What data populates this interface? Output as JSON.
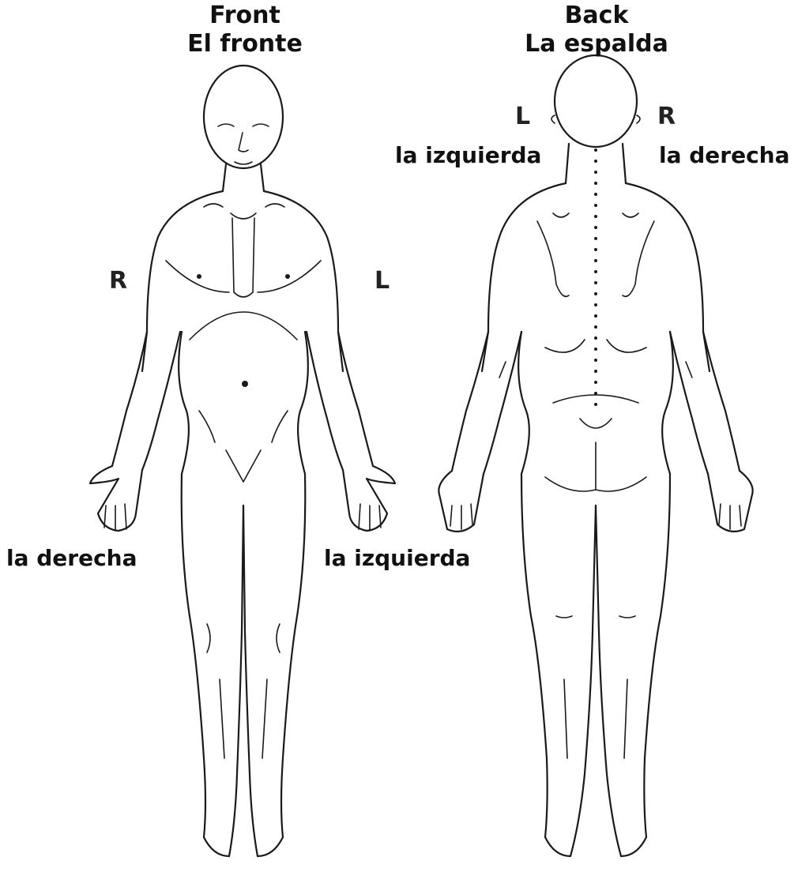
{
  "front": {
    "title_en": "Front",
    "title_es": "El fronte",
    "letter_right": "R",
    "letter_left": "L",
    "label_right": "la derecha",
    "label_left": "la izquierda"
  },
  "back": {
    "title_en": "Back",
    "title_es": "La espalda",
    "letter_left": "L",
    "letter_right": "R",
    "label_left": "la izquierda",
    "label_right": "la derecha"
  }
}
